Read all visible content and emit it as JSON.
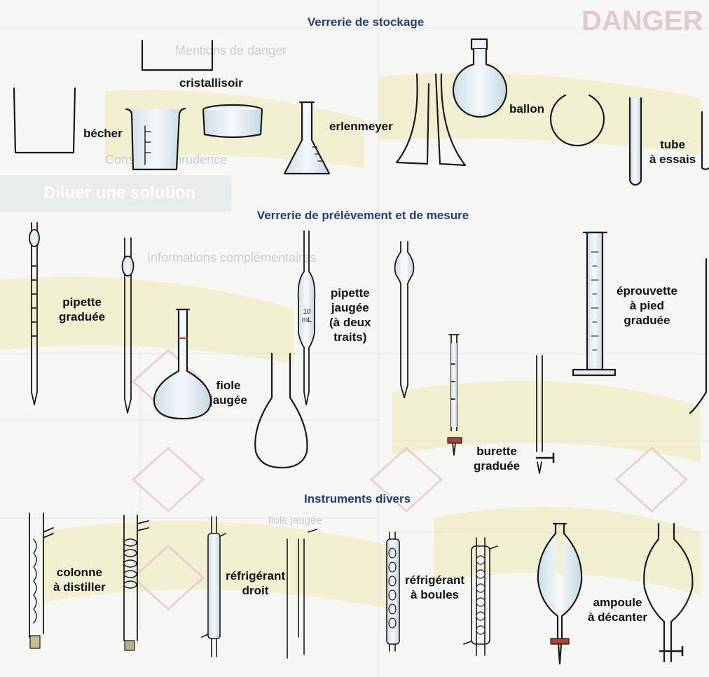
{
  "sections": {
    "storage": "Verrerie de stockage",
    "measure": "Verrerie de prélèvement et de mesure",
    "misc": "Instruments divers"
  },
  "labels": {
    "cristallisoir": "cristallisoir",
    "becher": "bécher",
    "erlenmeyer": "erlenmeyer",
    "ballon": "ballon",
    "tube_essais": [
      "tube",
      "à essais"
    ],
    "pipette_graduee": [
      "pipette",
      "graduée"
    ],
    "fiole_jaugee": [
      "fiole",
      "jaugée"
    ],
    "pipette_jaugee": [
      "pipette",
      "jaugée",
      "(à deux",
      "traits)"
    ],
    "eprouvette": [
      "éprouvette",
      "à pied",
      "graduée"
    ],
    "burette": [
      "burette",
      "graduée"
    ],
    "colonne": [
      "colonne",
      "à distiller"
    ],
    "refrigerant_droit": [
      "réfrigérant",
      "droit"
    ],
    "refrigerant_boules": [
      "réfrigérant",
      "à boules"
    ],
    "ampoule": [
      "ampoule",
      "à décanter"
    ]
  },
  "pipette_mark": [
    "10",
    "mL"
  ],
  "background_text": [
    "DANGER",
    "Diluer une solution",
    "Conseils de prudence",
    "Informations complémentaires",
    "Mentions de danger",
    "fiole jaugée"
  ],
  "colors": {
    "title": "#1f3d79",
    "glass_stroke": "#1a1a1a",
    "glass_fill": "#e3edf3",
    "tap": "#b3413a",
    "highlight": "#eee9b0"
  }
}
